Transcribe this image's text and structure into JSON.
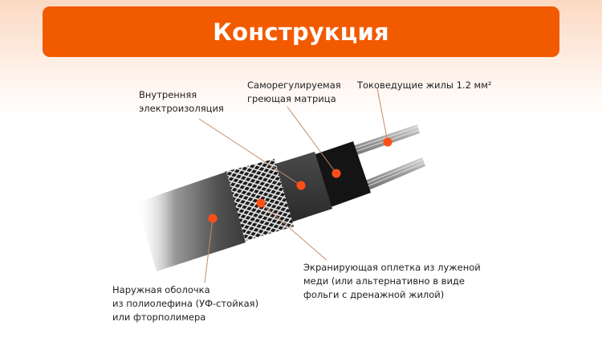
{
  "header": {
    "title": "Конструкция",
    "banner_color": "#F25A00"
  },
  "diagram": {
    "subject": "self-regulating heating cable construction",
    "marker_color": "#FF4F17",
    "leader_color": "#C58A6C",
    "labels": {
      "inner_insulation": [
        "Внутренняя",
        "электроизоляция"
      ],
      "heating_matrix": [
        "Саморегулируемая",
        "греющая матрица"
      ],
      "conductors": [
        "Токоведущие жилы 1.2 мм²"
      ],
      "shielding_braid": [
        "Экранирующая оплетка из луженой",
        "меди (или альтернативно в виде",
        "фольги с дренажной жилой)"
      ],
      "outer_sheath": [
        "Наружная оболочка",
        "из полиолефина (УФ-стойкая)",
        "или фторполимера"
      ]
    }
  }
}
